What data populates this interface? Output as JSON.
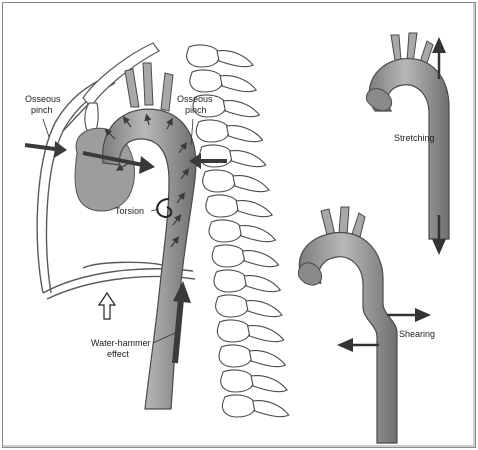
{
  "labels": {
    "osseous_pinch_left_1": "Osseous",
    "osseous_pinch_left_2": "pinch",
    "osseous_pinch_right_1": "Osseous",
    "osseous_pinch_right_2": "pinch",
    "torsion": "Torsion",
    "water_hammer_1": "Water-hammer",
    "water_hammer_2": "effect",
    "stretching": "Stretching",
    "shearing": "Shearing"
  },
  "colors": {
    "aorta_fill": "#9a9a9a",
    "aorta_highlight": "#bdbdbd",
    "bone_fill": "#ffffff",
    "bone_stroke": "#4a4a4a",
    "arrow_dark": "#3a3a3a"
  }
}
